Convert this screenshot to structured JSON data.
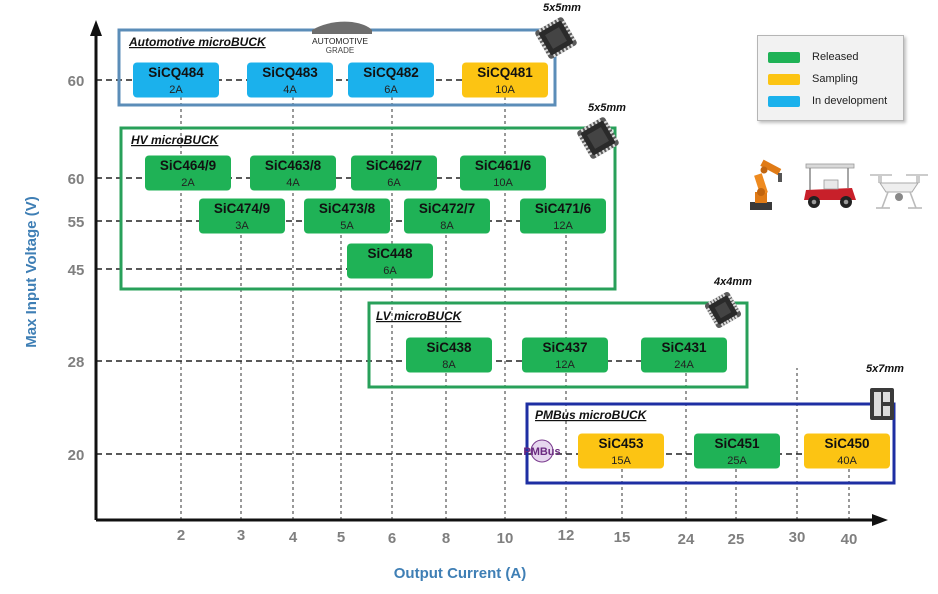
{
  "chart_data": {
    "type": "scatter",
    "xlabel": "Output Current (A)",
    "ylabel": "Max Input Voltage (V)",
    "x_ticks": [
      "2",
      "3",
      "4",
      "5",
      "6",
      "8",
      "10",
      "12",
      "15",
      "24",
      "25",
      "30",
      "40"
    ],
    "y_ticks": [
      "60",
      "60",
      "55",
      "45",
      "28",
      "20"
    ],
    "groups": [
      {
        "name": "Automotive microBUCK",
        "package": "5x5mm",
        "badge_text": "AUTOMOTIVE GRADE"
      },
      {
        "name": "HV microBUCK",
        "package": "5x5mm"
      },
      {
        "name": "LV microBUCK",
        "package": "4x4mm"
      },
      {
        "name": "PMBus microBUCK",
        "package": "5x7mm",
        "logo_text": "PMBus"
      }
    ],
    "parts": [
      {
        "name": "SiCQ484",
        "current": "2A",
        "status": "In development",
        "group": "Automotive microBUCK",
        "voltage_v": 60,
        "current_a": 2
      },
      {
        "name": "SiCQ483",
        "current": "4A",
        "status": "In development",
        "group": "Automotive microBUCK",
        "voltage_v": 60,
        "current_a": 4
      },
      {
        "name": "SiCQ482",
        "current": "6A",
        "status": "In development",
        "group": "Automotive microBUCK",
        "voltage_v": 60,
        "current_a": 6
      },
      {
        "name": "SiCQ481",
        "current": "10A",
        "status": "Sampling",
        "group": "Automotive microBUCK",
        "voltage_v": 60,
        "current_a": 10
      },
      {
        "name": "SiC464/9",
        "current": "2A",
        "status": "Released",
        "group": "HV microBUCK",
        "voltage_v": 60,
        "current_a": 2
      },
      {
        "name": "SiC463/8",
        "current": "4A",
        "status": "Released",
        "group": "HV microBUCK",
        "voltage_v": 60,
        "current_a": 4
      },
      {
        "name": "SiC462/7",
        "current": "6A",
        "status": "Released",
        "group": "HV microBUCK",
        "voltage_v": 60,
        "current_a": 6
      },
      {
        "name": "SiC461/6",
        "current": "10A",
        "status": "Released",
        "group": "HV microBUCK",
        "voltage_v": 60,
        "current_a": 10
      },
      {
        "name": "SiC474/9",
        "current": "3A",
        "status": "Released",
        "group": "HV microBUCK",
        "voltage_v": 55,
        "current_a": 3
      },
      {
        "name": "SiC473/8",
        "current": "5A",
        "status": "Released",
        "group": "HV microBUCK",
        "voltage_v": 55,
        "current_a": 5
      },
      {
        "name": "SiC472/7",
        "current": "8A",
        "status": "Released",
        "group": "HV microBUCK",
        "voltage_v": 55,
        "current_a": 8
      },
      {
        "name": "SiC471/6",
        "current": "12A",
        "status": "Released",
        "group": "HV microBUCK",
        "voltage_v": 55,
        "current_a": 12
      },
      {
        "name": "SiC448",
        "current": "6A",
        "status": "Released",
        "group": "HV microBUCK",
        "voltage_v": 45,
        "current_a": 6
      },
      {
        "name": "SiC438",
        "current": "8A",
        "status": "Released",
        "group": "LV microBUCK",
        "voltage_v": 28,
        "current_a": 8
      },
      {
        "name": "SiC437",
        "current": "12A",
        "status": "Released",
        "group": "LV microBUCK",
        "voltage_v": 28,
        "current_a": 12
      },
      {
        "name": "SiC431",
        "current": "24A",
        "status": "Released",
        "group": "LV microBUCK",
        "voltage_v": 28,
        "current_a": 24
      },
      {
        "name": "SiC453",
        "current": "15A",
        "status": "Sampling",
        "group": "PMBus microBUCK",
        "voltage_v": 20,
        "current_a": 15
      },
      {
        "name": "SiC451",
        "current": "25A",
        "status": "Released",
        "group": "PMBus microBUCK",
        "voltage_v": 20,
        "current_a": 25
      },
      {
        "name": "SiC450",
        "current": "40A",
        "status": "Sampling",
        "group": "PMBus microBUCK",
        "voltage_v": 20,
        "current_a": 40
      }
    ],
    "legend": {
      "placement": "top-right",
      "entries": [
        {
          "label": "Released",
          "color": "#1fb256"
        },
        {
          "label": "Sampling",
          "color": "#fcc413"
        },
        {
          "label": "In development",
          "color": "#1bb1ec"
        }
      ]
    },
    "grid": "dashed guide lines to each part",
    "colors": {
      "released": "#1fb256",
      "sampling": "#fcc413",
      "in_development": "#1bb1ec",
      "axis_label": "#3f7fb5",
      "tick_label": "#7f7f7f",
      "automotive_frame": "#5b8db8",
      "hv_frame": "#28a05a",
      "lv_frame": "#28a05a",
      "pmbus_frame": "#1e2fa3"
    },
    "application_icons": [
      "robot-arm-icon",
      "golf-cart-icon",
      "drone-icon"
    ]
  }
}
